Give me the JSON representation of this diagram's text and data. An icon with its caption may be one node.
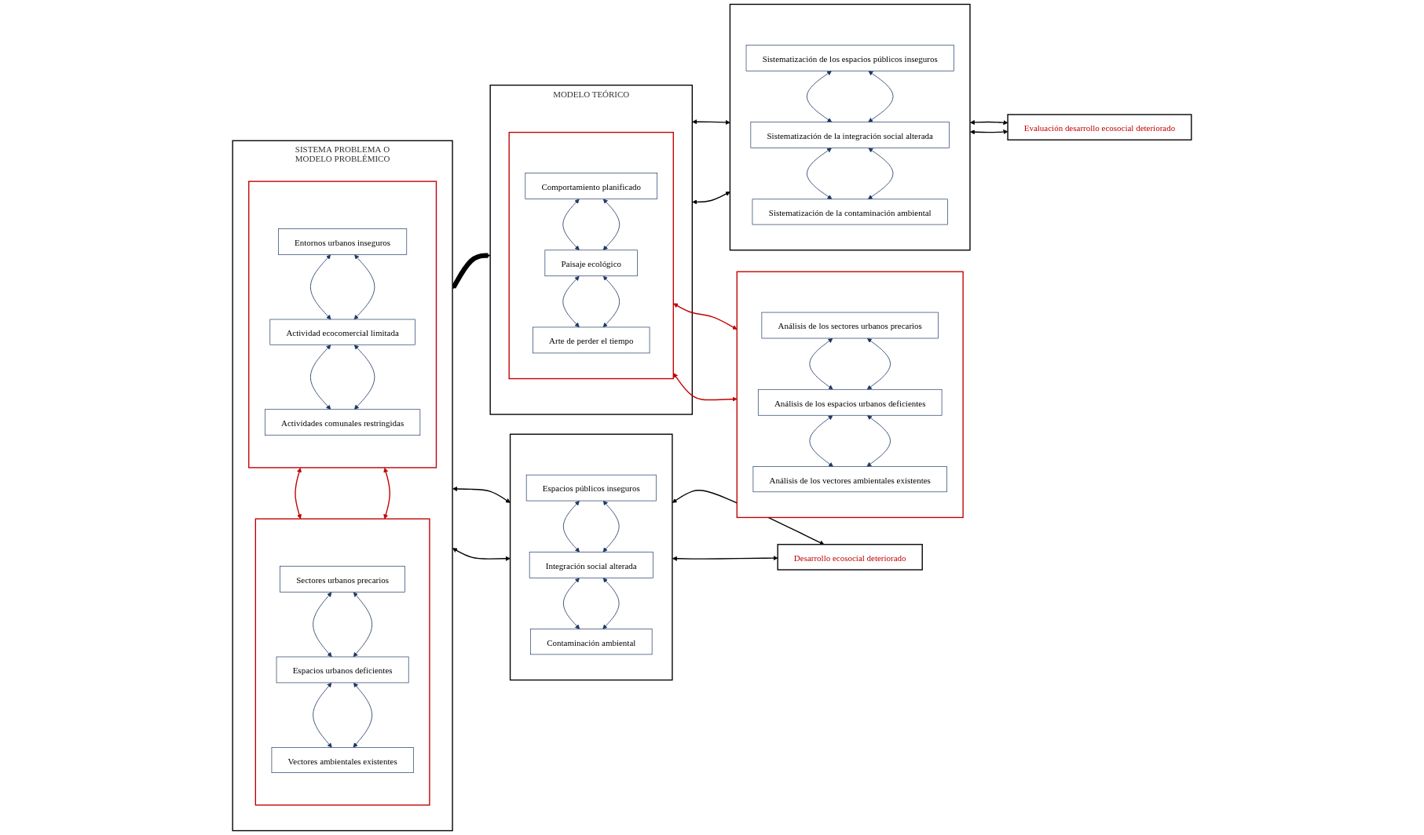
{
  "diagram": {
    "nodes": [
      {
        "text": [
          "SISTEMA PROBLEMA O MODELO PROBLÉMICO"
        ]
      },
      {
        "text": [],
        "shape": "box",
        "in": 0
      },
      {
        "text": [
          "Entornos urbanos inseguros"
        ],
        "in": 1
      },
      {
        "text": [
          "Actividad ecocomercial limitada"
        ],
        "in": 1
      },
      {
        "text": [
          "Actividades comunales restringidas"
        ],
        "in": 1
      },
      {
        "text": [],
        "shape": "box",
        "in": 0
      },
      {
        "text": [
          "Sectores urbanos precarios"
        ],
        "in": 5
      },
      {
        "text": [
          "Espacios urbanos deficientes"
        ],
        "in": 5
      },
      {
        "text": [
          "Vectores ambientales existentes"
        ],
        "in": 5
      },
      {
        "text": [],
        "shape": "box"
      },
      {
        "text": [
          "Espacios públicos inseguros"
        ],
        "in": 9
      },
      {
        "text": [
          "Integración social alterada"
        ],
        "in": 9
      },
      {
        "text": [
          "Contaminación ambiental"
        ],
        "in": 9
      },
      {
        "text": [
          "Desarrollo ecosocial deteriorado"
        ]
      },
      {
        "text": [
          "MODELO TEÓRICO"
        ]
      },
      {
        "text": [],
        "shape": "box",
        "in": 14
      },
      {
        "text": [
          "Comportamiento planificado"
        ],
        "in": 15
      },
      {
        "text": [
          "Paisaje ecológico"
        ],
        "in": 15
      },
      {
        "text": [
          "Arte de perder el tiempo"
        ],
        "in": 15
      },
      {
        "text": [],
        "shape": "box"
      },
      {
        "text": [
          "Análisis de los sectores urbanos precarios"
        ],
        "in": 19
      },
      {
        "text": [
          "Análisis de los espacios urbanos deficientes"
        ],
        "in": 19
      },
      {
        "text": [
          "Análisis de los vectores ambientales existentes"
        ],
        "in": 19
      },
      {
        "text": [],
        "shape": "box"
      },
      {
        "text": [
          "Sistematización de los espacios públicos inseguros"
        ],
        "in": 23
      },
      {
        "text": [
          "Sistematización de la integración social alterada"
        ],
        "in": 23
      },
      {
        "text": [
          "Sistematización de la contaminación ambiental"
        ],
        "in": 23
      },
      {
        "text": [
          "Evaluación desarrollo ecosocial deteriorado"
        ]
      }
    ],
    "edges": [
      {
        "from": 2,
        "to": 3,
        "arrow": "both"
      },
      {
        "from": 3,
        "to": 4,
        "arrow": "both"
      },
      {
        "from": 2,
        "to": 3,
        "arrow": "both"
      },
      {
        "from": 3,
        "to": 4,
        "arrow": "both"
      },
      {
        "from": 6,
        "to": 7,
        "arrow": "both"
      },
      {
        "from": 7,
        "to": 8,
        "arrow": "both"
      },
      {
        "from": 6,
        "to": 7,
        "arrow": "both"
      },
      {
        "from": 7,
        "to": 8,
        "arrow": "both"
      },
      {
        "from": 10,
        "to": 11,
        "arrow": "both"
      },
      {
        "from": 11,
        "to": 12,
        "arrow": "both"
      },
      {
        "from": 10,
        "to": 11,
        "arrow": "both"
      },
      {
        "from": 11,
        "to": 12,
        "arrow": "both"
      },
      {
        "from": 16,
        "to": 17,
        "arrow": "both"
      },
      {
        "from": 17,
        "to": 18,
        "arrow": "both"
      },
      {
        "from": 16,
        "to": 17,
        "arrow": "both"
      },
      {
        "from": 17,
        "to": 18,
        "arrow": "both"
      },
      {
        "from": 20,
        "to": 21,
        "arrow": "both"
      },
      {
        "from": 21,
        "to": 22,
        "arrow": "both"
      },
      {
        "from": 20,
        "to": 21,
        "arrow": "both"
      },
      {
        "from": 21,
        "to": 22,
        "arrow": "both"
      },
      {
        "from": 24,
        "to": 25,
        "arrow": "both"
      },
      {
        "from": 25,
        "to": 26,
        "arrow": "both"
      },
      {
        "from": 24,
        "to": 25,
        "arrow": "both"
      },
      {
        "from": 25,
        "to": 26,
        "arrow": "both"
      },
      {
        "from": 1,
        "to": 5,
        "arrow": "both",
        "color": "#c00000"
      },
      {
        "from": 1,
        "to": 5,
        "arrow": "both",
        "color": "#c00000"
      },
      {
        "from": 15,
        "to": 19,
        "arrow": "both",
        "color": "#c00000"
      },
      {
        "from": 15,
        "to": 19,
        "arrow": "both",
        "color": "#c00000"
      },
      {
        "from": 0,
        "to": 9,
        "arrow": "both",
        "color": "#000000"
      },
      {
        "from": 9,
        "to": 13,
        "arrow": "both",
        "color": "#000000"
      },
      {
        "from": 0,
        "to": 9,
        "arrow": "both",
        "color": "#000000"
      },
      {
        "from": 9,
        "to": 13,
        "arrow": "both",
        "color": "#000000"
      },
      {
        "from": 0,
        "to": 14,
        "arrow": "both",
        "style": "thick",
        "color": "#000000"
      },
      {
        "from": 14,
        "to": 23,
        "arrow": "both",
        "color": "#000000"
      },
      {
        "from": 23,
        "to": 27,
        "arrow": "both",
        "color": "#000000"
      },
      {
        "from": 14,
        "to": 23,
        "arrow": "both",
        "color": "#000000"
      },
      {
        "from": 23,
        "to": 27,
        "arrow": "both",
        "color": "#000000"
      }
    ]
  }
}
